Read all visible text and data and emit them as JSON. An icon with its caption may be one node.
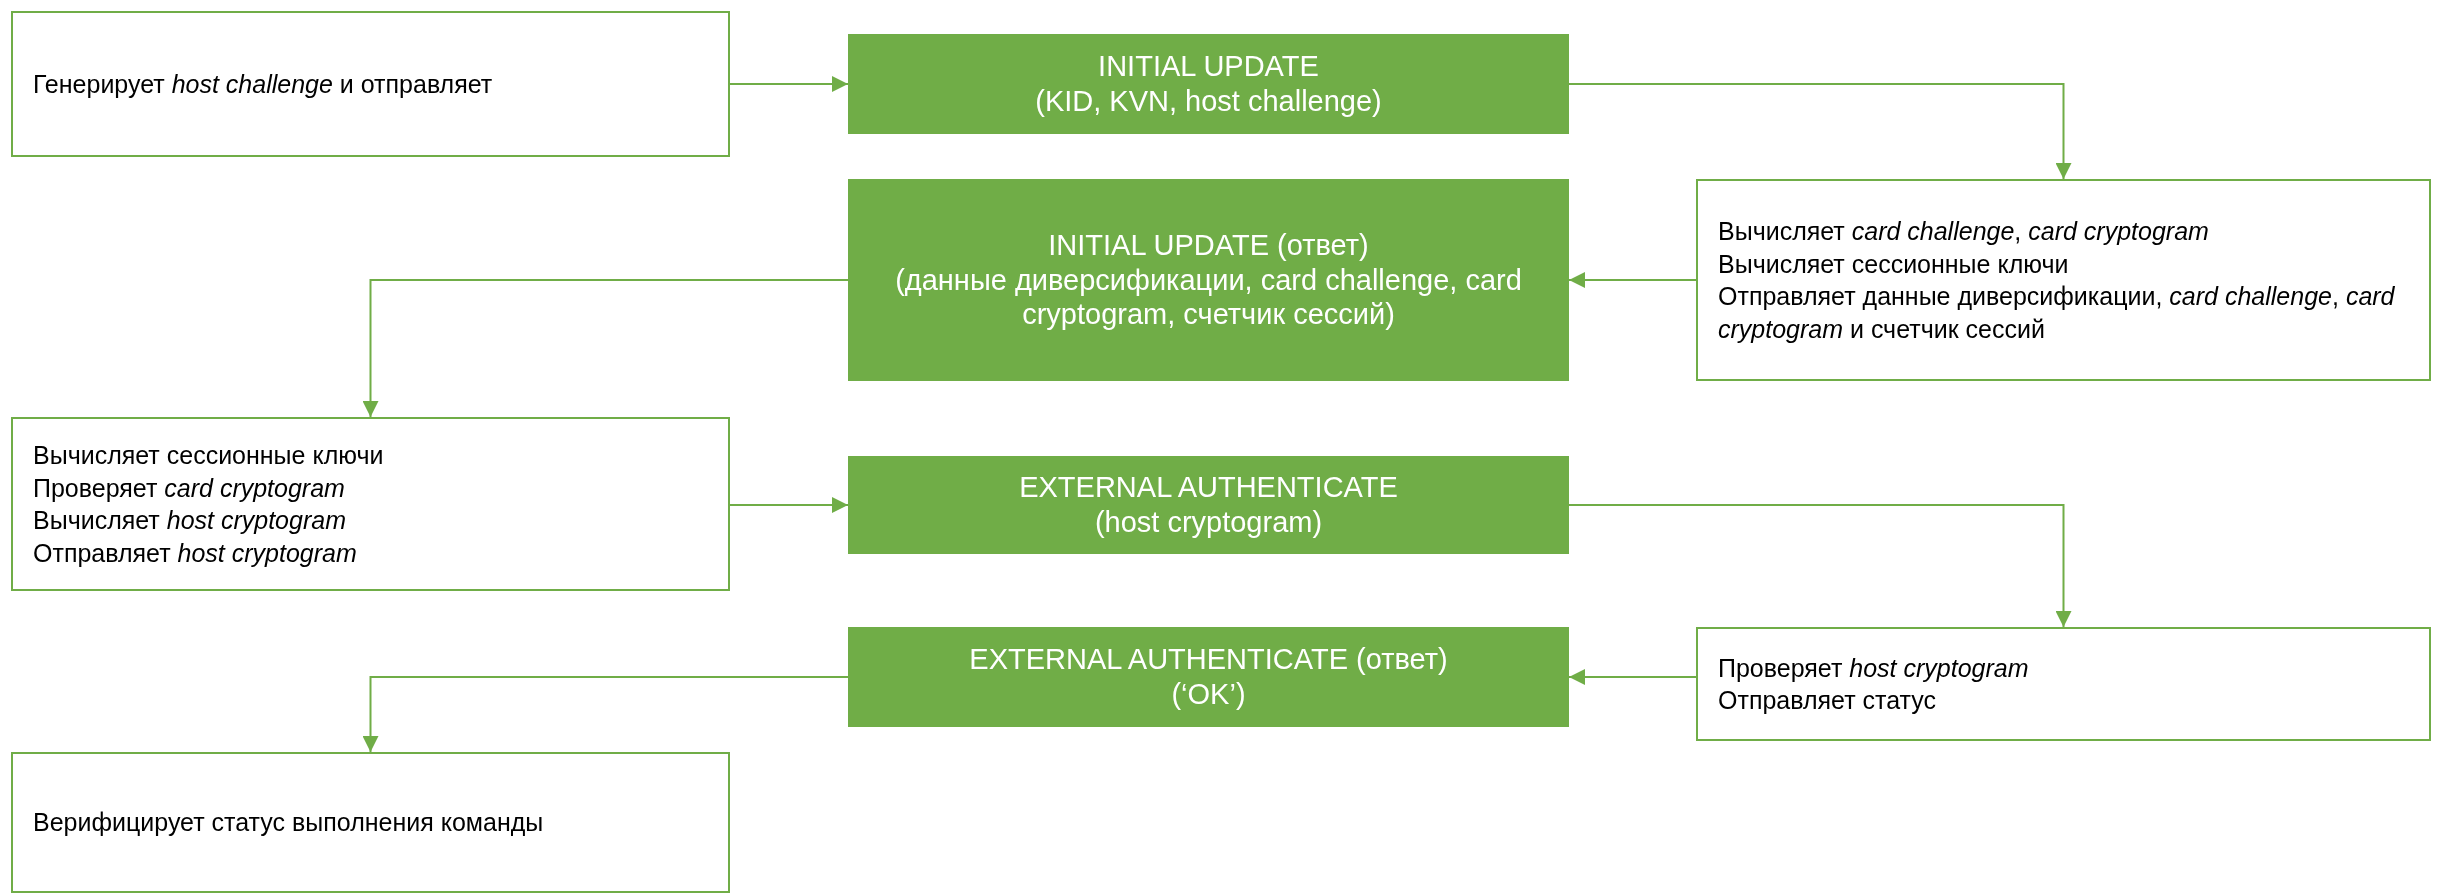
{
  "diagram": {
    "nodes": [
      {
        "text": [
          "Генерирует *host challenge* и отправляет"
        ]
      },
      {
        "text": [
          "INITIAL UPDATE",
          "(KID, KVN, host challenge)"
        ]
      },
      {
        "text": [
          "Вычисляет *card challenge*, *card cryptogram*",
          "Вычисляет сессионные ключи",
          "Отправляет данные диверсификации, *card challenge*, *card cryptogram* и счетчик сессий"
        ]
      },
      {
        "text": [
          "INITIAL UPDATE (ответ)",
          "(данные диверсификации, card challenge, card cryptogram, счетчик сессий)"
        ]
      },
      {
        "text": [
          "Вычисляет сессионные ключи",
          "Проверяет *card cryptogram*",
          "Вычисляет *host cryptogram*",
          "Отправляет *host cryptogram*"
        ]
      },
      {
        "text": [
          "EXTERNAL AUTHENTICATE",
          "(host cryptogram)"
        ]
      },
      {
        "text": [
          "Проверяет *host cryptogram*",
          "Отправляет статус"
        ]
      },
      {
        "text": [
          "EXTERNAL AUTHENTICATE (ответ)",
          "(‘OK’)"
        ]
      },
      {
        "text": [
          "Верифицирует статус выполнения команды"
        ]
      }
    ],
    "edges": [
      {
        "from": 0,
        "to": 1,
        "arrow": "to"
      },
      {
        "from": 1,
        "to": 2,
        "arrow": "to"
      },
      {
        "from": 2,
        "to": 3,
        "arrow": "to"
      },
      {
        "from": 3,
        "to": 4,
        "arrow": "to"
      },
      {
        "from": 4,
        "to": 5,
        "arrow": "to"
      },
      {
        "from": 5,
        "to": 6,
        "arrow": "to"
      },
      {
        "from": 6,
        "to": 7,
        "arrow": "to"
      },
      {
        "from": 7,
        "to": 8,
        "arrow": "to"
      }
    ]
  }
}
